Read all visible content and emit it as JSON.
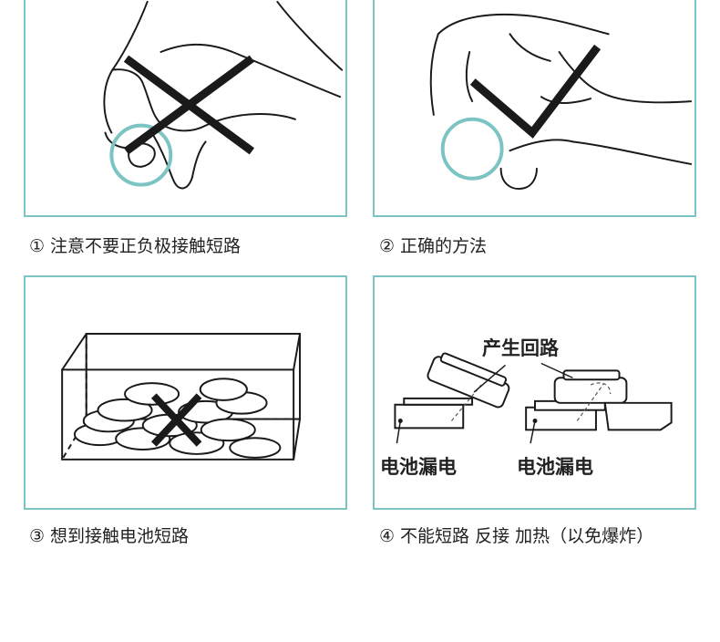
{
  "panels": [
    {
      "num": "①",
      "caption": "注意不要正负极接触短路"
    },
    {
      "num": "②",
      "caption": "正确的方法"
    },
    {
      "num": "③",
      "caption": "想到接触电池短路"
    },
    {
      "num": "④",
      "caption": "不能短路 反接 加热（以免爆炸）"
    }
  ],
  "diagram4": {
    "top_label": "产生回路",
    "left_label": "电池漏电",
    "right_label": "电池漏电"
  },
  "colors": {
    "border": "#7cc4c4",
    "cross": "#1a1a1a",
    "battery_ring": "#7cc4c4"
  },
  "icons": [
    "cross-mark-icon",
    "check-mark-icon"
  ]
}
